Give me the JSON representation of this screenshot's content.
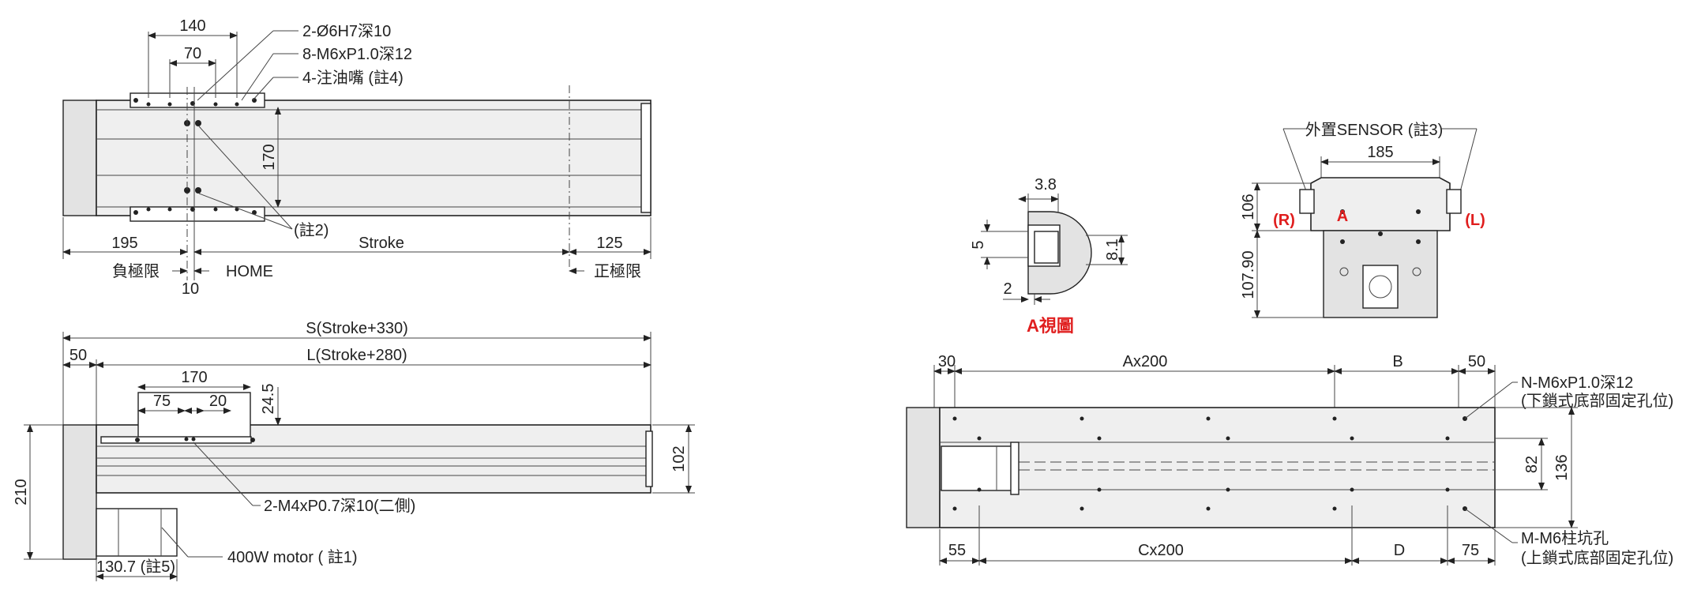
{
  "top_view": {
    "dim_140": "140",
    "dim_70": "70",
    "callout_pin": "2-Ø6H7深10",
    "callout_tap": "8-M6xP1.0深12",
    "callout_oil": "4-注油嘴 (註4)",
    "dim_170": "170",
    "note2": "(註2)",
    "dim_195": "195",
    "stroke": "Stroke",
    "dim_125": "125",
    "neg_limit": "負極限",
    "home": "HOME",
    "dim_10": "10",
    "pos_limit": "正極限"
  },
  "side_view": {
    "overall": "S(Stroke+330)",
    "dim_50": "50",
    "length": "L(Stroke+280)",
    "dim_170": "170",
    "dim_75": "75",
    "dim_20": "20",
    "dim_24_5": "24.5",
    "dim_210": "210",
    "dim_102": "102",
    "callout_m4": "2-M4xP0.7深10(二側)",
    "motor": "400W motor ( 註1)",
    "motor_len": "130.7 (註5)"
  },
  "a_view": {
    "title": "A視圖",
    "dim_3_8": "3.8",
    "dim_5": "5",
    "dim_8_1": "8.1",
    "dim_2": "2"
  },
  "end_view": {
    "sensor": "外置SENSOR (註3)",
    "dim_185": "185",
    "dim_106": "106",
    "dim_107_90": "107.90",
    "label_r": "(R)",
    "label_a": "A",
    "label_l": "(L)"
  },
  "bottom_view": {
    "dim_30": "30",
    "ax200": "Ax200",
    "b": "B",
    "dim_50": "50",
    "callout_n": "N-M6xP1.0深12",
    "callout_n2": "(下鎖式底部固定孔位)",
    "dim_82": "82",
    "dim_136": "136",
    "dim_55": "55",
    "cx200": "Cx200",
    "d": "D",
    "dim_75": "75",
    "callout_m": "M-M6柱坑孔",
    "callout_m2": "(上鎖式底部固定孔位)"
  },
  "colors": {
    "line": "#222222",
    "highlight": "#e01e1e",
    "body_fill": "#efefef"
  }
}
